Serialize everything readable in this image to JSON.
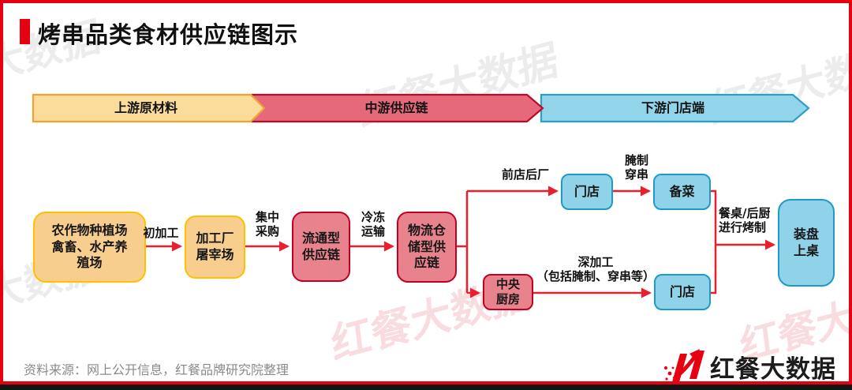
{
  "title": {
    "text": "烤串品类食材供应链图示"
  },
  "banners": [
    {
      "id": "upstream",
      "label": "上游原材料"
    },
    {
      "id": "midstream",
      "label": "中游供应链"
    },
    {
      "id": "downstream",
      "label": "下游门店端"
    }
  ],
  "boxes": {
    "farm": "农作物种植场\n禽畜、水产养\n殖场",
    "processing_plant": "加工厂\n屠宰场",
    "circulation_chain": "流通型\n供应链",
    "logistics_chain": "物流仓\n储型供\n应链",
    "central_kitchen": "中央\n厨房",
    "store_top": "门店",
    "prep": "备菜",
    "store_bottom": "门店",
    "serving": "装盘\n上桌"
  },
  "edge_labels": {
    "initial_processing": "初加工",
    "central_purchasing": "集中\n采购",
    "frozen_transport": "冷冻\n运输",
    "front_store_back_factory": "前店后厂",
    "marinate_skewer": "腌制\n穿串",
    "deep_processing": "深加工\n（包括腌制、穿串等）",
    "grill_at_table": "餐桌/后厨\n进行烤制"
  },
  "watermark_text": "红餐大数据",
  "footer": {
    "source": "资料来源：网上公开信息，红餐品牌研究院整理",
    "logo_text": "红餐大数据"
  },
  "colors": {
    "frame_red": "#e60012",
    "arrow_red": "#e8202e",
    "yellow_fill": "#f7ce8e",
    "yellow_border": "#ffc000",
    "red_fill": "#e8838e",
    "red_border": "#c00021",
    "blue_fill": "#90d3e8",
    "blue_border": "#1e9ac8",
    "banner_yellow_fill": "#fbdc9a",
    "banner_yellow_border": "#f0a330",
    "banner_red_fill": "#e5697b",
    "banner_red_border": "#be0a26",
    "banner_blue_fill": "#92d5ea",
    "banner_blue_border": "#2d9ec8",
    "watermark_gray": "rgba(70,70,70,0.10)",
    "watermark_pink": "rgba(214,40,56,0.16)"
  }
}
